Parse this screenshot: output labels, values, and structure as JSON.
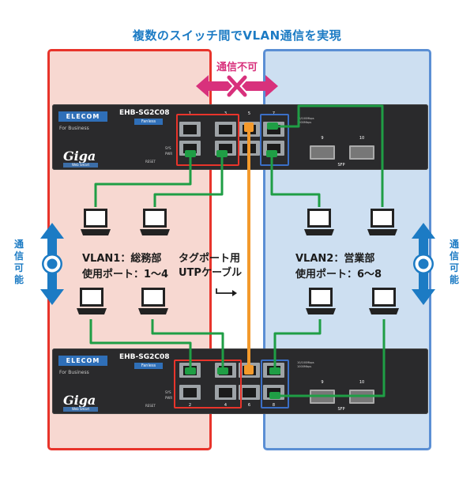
{
  "title": "複数のスイッチ間でVLAN通信を実現",
  "blocked_label": "通信不可",
  "switch": {
    "brand": "ELECOM",
    "tagline": "For Business",
    "model": "EHB-SG2C08",
    "badge": "Fanless",
    "series": "Giga",
    "subseries": "Web Smart",
    "reset": "RESET",
    "sys_labels": [
      "SYS",
      "PWR"
    ],
    "legend": [
      "10/100Mbps",
      "1000Mbps"
    ],
    "sfp_label": "SFP",
    "top_port_numbers": [
      "1",
      "3",
      "5",
      "7"
    ],
    "bottom_port_numbers": [
      "2",
      "4",
      "6",
      "8"
    ],
    "sfp_numbers": [
      "9",
      "10"
    ]
  },
  "vlan1": {
    "line1": "VLAN1：総務部",
    "line2": "使用ポート：1〜4"
  },
  "vlan2": {
    "line1": "VLAN2：営業部",
    "line2": "使用ポート：6〜8"
  },
  "cable": {
    "line1": "タグポート用",
    "line2": "UTPケーブル"
  },
  "side_label": [
    "通",
    "信",
    "可",
    "能"
  ],
  "colors": {
    "vlan1": "#e8342b",
    "vlan2": "#5b8fd4",
    "cable_green": "#1f9e45",
    "trunk_orange": "#f39a2c",
    "accent_blue": "#1c7bc4",
    "blocked": "#d8317c"
  }
}
